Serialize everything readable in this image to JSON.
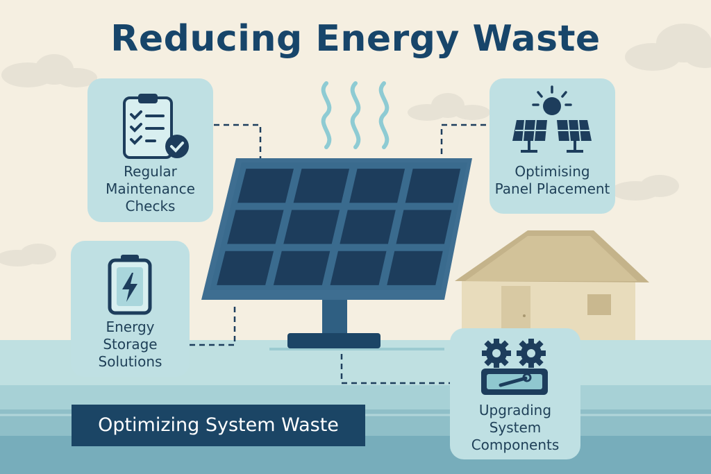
{
  "title": "Reducing Energy Waste",
  "features": [
    {
      "label": "Regular\nMaintenance\nChecks",
      "icon": "clipboard-checklist-icon"
    },
    {
      "label": "Optimising\nPanel Placement",
      "icon": "sun-solar-panels-icon"
    },
    {
      "label": "Energy\nStorage\nSolutions",
      "icon": "battery-icon"
    },
    {
      "label": "Upgrading\nSystem\nComponents",
      "icon": "gears-toolbox-icon"
    }
  ],
  "banner": "Optimizing System Waste",
  "colors": {
    "background": "#f5efe1",
    "navy": "#17456a",
    "card": "#bfe0e3",
    "panel": "#1d3d5c",
    "frame": "#3e6e91",
    "house_wall": "#e8dcbc",
    "house_roof": "#c4b38a",
    "water_light": "#b8dadc",
    "water_dark": "#6ea7b5"
  }
}
